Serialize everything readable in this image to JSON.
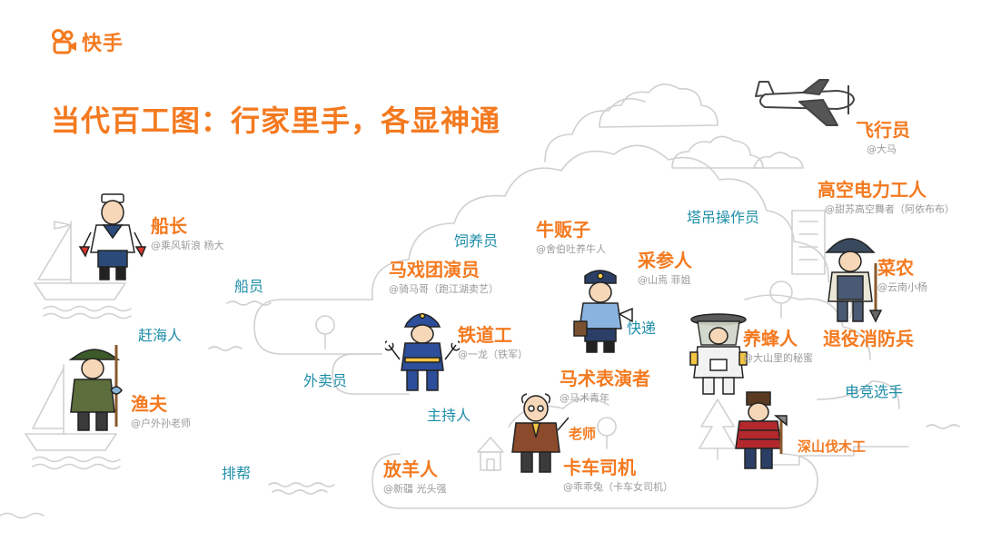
{
  "brand": {
    "name": "快手",
    "color": "#F47A20"
  },
  "title": "当代百工图：行家里手，各显神通",
  "colors": {
    "accent": "#F47A20",
    "tag": "#1E8EA8",
    "handle": "#9a9a9a",
    "outline": "#cfcfcf"
  },
  "roles": {
    "pilot": {
      "name": "飞行员",
      "handle": "@大马"
    },
    "hv_worker": {
      "name": "高空电力工人",
      "handle": "@甜苏高空舞者（阿依布布）"
    },
    "captain": {
      "name": "船长",
      "handle": "@乘风斩浪 杨大"
    },
    "cattle": {
      "name": "牛贩子",
      "handle": "@舍伯吐养牛人"
    },
    "circus": {
      "name": "马戏团演员",
      "handle": "@骑马哥（跑江湖卖艺）"
    },
    "ginseng": {
      "name": "采参人",
      "handle": "@山焉 菲姐"
    },
    "farmer": {
      "name": "菜农",
      "handle": "@云南小杨"
    },
    "rail": {
      "name": "铁道工",
      "handle": "@一龙（铁军）"
    },
    "beekeeper": {
      "name": "养蜂人",
      "handle": "@大山里的秘蜜"
    },
    "veteran": {
      "name": "退役消防兵"
    },
    "horse_show": {
      "name": "马术表演者",
      "handle": "@马术青年"
    },
    "fisherman": {
      "name": "渔夫",
      "handle": "@户外孙老师"
    },
    "shepherd": {
      "name": "放羊人",
      "handle": "@新疆 光头强"
    },
    "truck": {
      "name": "卡车司机",
      "handle": "@乖乖兔（卡车女司机）"
    },
    "logger": {
      "name": "深山伐木工"
    },
    "teacher": {
      "name": "老师"
    }
  },
  "tags": {
    "crane": "塔吊操作员",
    "feeder": "饲养员",
    "sailor": "船员",
    "courier": "快递",
    "beach": "赶海人",
    "delivery": "外卖员",
    "esports": "电竞选手",
    "host": "主持人",
    "helper": "排帮"
  },
  "illustrations": {
    "logo": "kuaishou-camera-icon",
    "plane": "plane-icon",
    "sailor": "sailor-figure",
    "fisherman": "fisherman-figure",
    "postman": "postman-figure",
    "rail": "railway-worker-figure",
    "farmer": "farmer-figure",
    "beekeeper": "beekeeper-figure",
    "teacher": "teacher-figure",
    "logger": "logger-figure"
  }
}
